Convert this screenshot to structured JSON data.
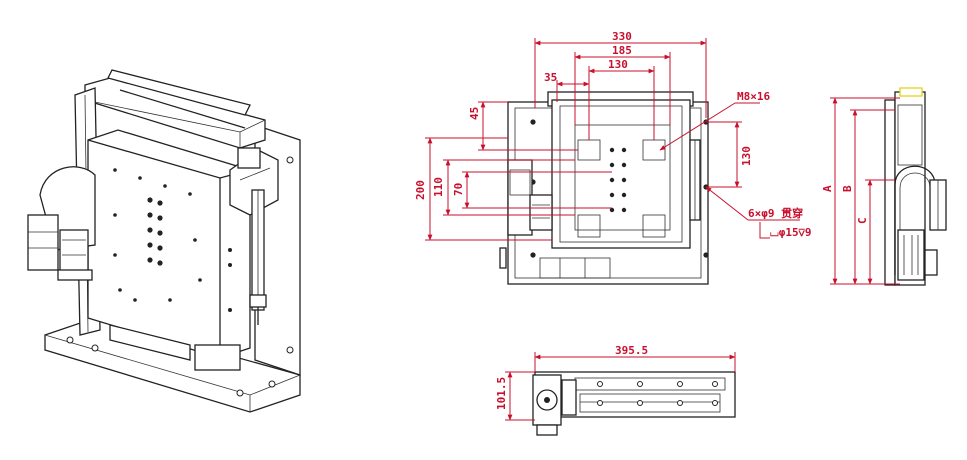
{
  "colors": {
    "dimension": "#c8102e",
    "linework": "#222222",
    "background": "#ffffff",
    "accent_yellow": "#e6d21a"
  },
  "front_view": {
    "dims": {
      "overall_width": "330",
      "inner_width": "185",
      "span_130_top": "130",
      "left_offset": "35",
      "top_offset": "45",
      "overall_height": "200",
      "height_110": "110",
      "height_70": "70",
      "right_height": "130",
      "thread": "M8×16",
      "holes_line1": "6×φ9 贯穿",
      "holes_line2": "⌴φ15⊽9"
    }
  },
  "top_view": {
    "dims": {
      "width": "395.5",
      "height": "101.5"
    }
  },
  "side_view": {
    "dims": {
      "a": "A",
      "b": "B",
      "c": "C"
    }
  }
}
